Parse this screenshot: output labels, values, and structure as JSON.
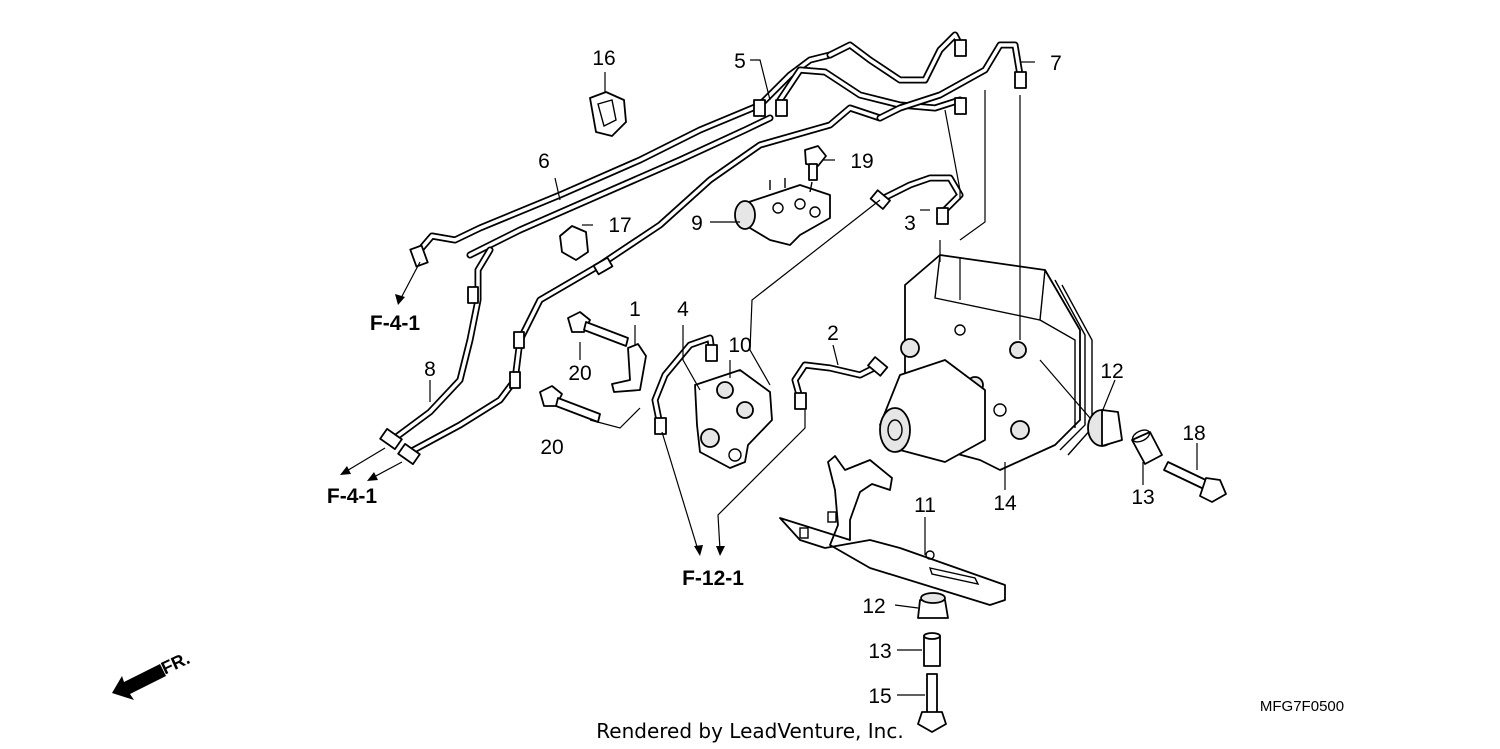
{
  "callouts": [
    {
      "id": "c1",
      "text": "1"
    },
    {
      "id": "c2",
      "text": "2"
    },
    {
      "id": "c3",
      "text": "3"
    },
    {
      "id": "c4",
      "text": "4"
    },
    {
      "id": "c5",
      "text": "5"
    },
    {
      "id": "c6",
      "text": "6"
    },
    {
      "id": "c7",
      "text": "7"
    },
    {
      "id": "c8",
      "text": "8"
    },
    {
      "id": "c9",
      "text": "9"
    },
    {
      "id": "c10",
      "text": "10"
    },
    {
      "id": "c11",
      "text": "11"
    },
    {
      "id": "c12a",
      "text": "12"
    },
    {
      "id": "c12b",
      "text": "12"
    },
    {
      "id": "c13a",
      "text": "13"
    },
    {
      "id": "c13b",
      "text": "13"
    },
    {
      "id": "c14",
      "text": "14"
    },
    {
      "id": "c15",
      "text": "15"
    },
    {
      "id": "c16",
      "text": "16"
    },
    {
      "id": "c17",
      "text": "17"
    },
    {
      "id": "c18",
      "text": "18"
    },
    {
      "id": "c19",
      "text": "19"
    },
    {
      "id": "c20a",
      "text": "20"
    },
    {
      "id": "c20b",
      "text": "20"
    }
  ],
  "references": [
    {
      "id": "ref-top",
      "text": "F-4-1"
    },
    {
      "id": "ref-bottom",
      "text": "F-4-1"
    },
    {
      "id": "ref-brake",
      "text": "F-12-1"
    }
  ],
  "direction_label": "FR.",
  "diagram_code": "MFG7F0500",
  "credit": "Rendered by LeadVenture, Inc."
}
